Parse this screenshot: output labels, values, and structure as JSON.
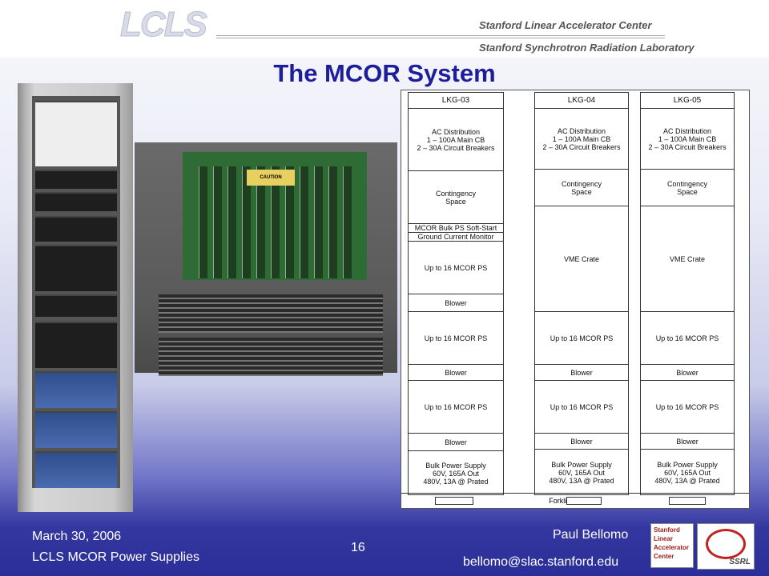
{
  "header": {
    "logo_text": "LCLS",
    "institution_1": "Stanford Linear Accelerator Center",
    "institution_2": "Stanford Synchrotron Radiation Laboratory"
  },
  "slide": {
    "title": "The MCOR System"
  },
  "photos": {
    "crate_label": "CAUTION"
  },
  "diagram": {
    "columns": [
      {
        "name": "LKG-03",
        "ac": [
          "AC Distribution",
          "1 – 100A Main CB",
          "2 – 30A Circuit Breakers"
        ],
        "contingency": [
          "Contingency",
          "Space"
        ],
        "softstart": "MCOR Bulk PS Soft-Start",
        "ground": "Ground Current Monitor",
        "ps_1": "Up to 16 MCOR PS",
        "blower_1": "Blower",
        "ps_2": "Up to 16 MCOR PS",
        "blower_2": "Blower",
        "ps_3": "Up to 16 MCOR PS",
        "blower_3": "Blower",
        "bulk": [
          "Bulk Power Supply",
          "60V, 165A Out",
          "480V, 13A @ Prated"
        ]
      },
      {
        "name": "LKG-04",
        "ac": [
          "AC Distribution",
          "1 – 100A Main CB",
          "2 – 30A Circuit Breakers"
        ],
        "contingency": [
          "Contingency",
          "Space"
        ],
        "vme": "VME Crate",
        "ps_2": "Up to 16 MCOR PS",
        "blower_2": "Blower",
        "ps_3": "Up to 16 MCOR PS",
        "blower_3": "Blower",
        "bulk": [
          "Bulk Power Supply",
          "60V, 165A Out",
          "480V, 13A @ Prated"
        ]
      },
      {
        "name": "LKG-05",
        "ac": [
          "AC Distribution",
          "1 – 100A Main CB",
          "2 – 30A Circuit Breakers"
        ],
        "contingency": [
          "Contingency",
          "Space"
        ],
        "vme": "VME Crate",
        "ps_2": "Up to 16 MCOR PS",
        "blower_2": "Blower",
        "ps_3": "Up to 16 MCOR PS",
        "blower_3": "Blower",
        "bulk": [
          "Bulk Power Supply",
          "60V, 165A Out",
          "480V, 13A @ Prated"
        ]
      }
    ],
    "forklift": "Forklift provision"
  },
  "footer": {
    "date": "March 30, 2006",
    "course": "LCLS MCOR Power Supplies",
    "page": "16",
    "author": "Paul Bellomo",
    "email": "bellomo@slac.stanford.edu",
    "slac_logo_lines": [
      "Stanford",
      "Linear",
      "Accelerator",
      "Center"
    ],
    "ssrl_logo": "SSRL"
  }
}
